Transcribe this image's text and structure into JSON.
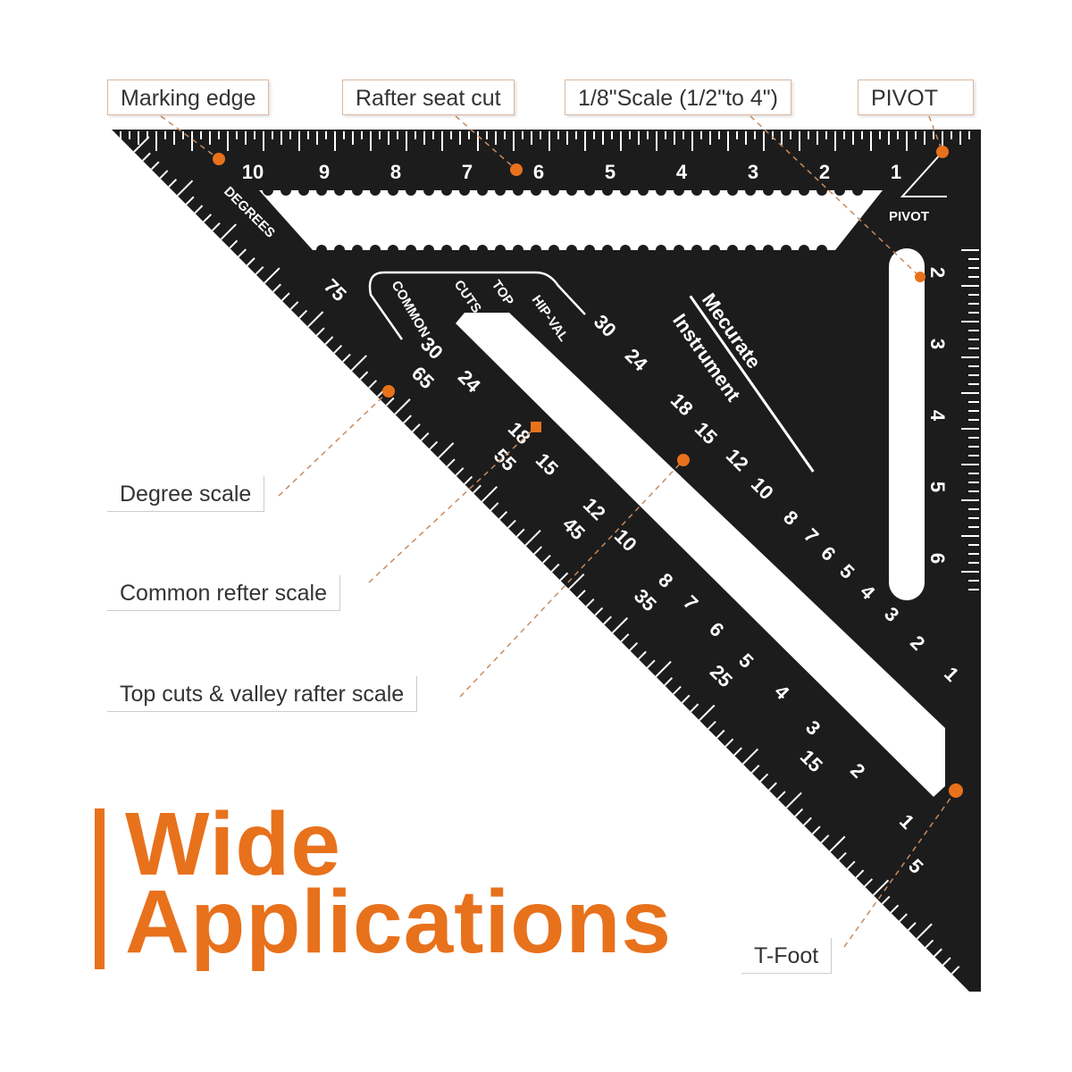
{
  "callouts": {
    "marking_edge": "Marking edge",
    "rafter_seat_cut": "Rafter seat cut",
    "scale_1_8": "1/8\"Scale (1/2\"to 4\")",
    "pivot": "PIVOT",
    "degree_scale": "Degree scale",
    "common_rafter_scale": "Common refter scale",
    "top_cuts_valley": "Top cuts & valley rafter scale",
    "t_foot": "T-Foot"
  },
  "headline": {
    "line1": "Wide",
    "line2": "Applications"
  },
  "tool": {
    "brand_line1": "Mecurate",
    "brand_line2": "Instrument",
    "pivot_label": "PIVOT",
    "degrees_label": "DEGREES",
    "common_label": "COMMON",
    "cuts_label": "CUTS",
    "top_label": "TOP",
    "hipval_label": "HIP-VAL",
    "top_scale": [
      "10",
      "9",
      "8",
      "7",
      "6",
      "5",
      "4",
      "3",
      "2",
      "1"
    ],
    "right_scale": [
      "2",
      "3",
      "4",
      "5",
      "6"
    ],
    "degree_scale": [
      "75",
      "65",
      "55",
      "45",
      "35",
      "25",
      "15",
      "5"
    ],
    "common_scale": [
      "30",
      "24",
      "18",
      "15",
      "12",
      "10",
      "8",
      "7",
      "6",
      "5",
      "4",
      "3",
      "2",
      "1"
    ],
    "hipval_scale": [
      "30",
      "24",
      "18",
      "15",
      "12",
      "10",
      "8",
      "7",
      "6",
      "5",
      "4",
      "3",
      "2",
      "1"
    ]
  },
  "colors": {
    "accent": "#e8711c",
    "tool_body": "#1c1c1c"
  }
}
